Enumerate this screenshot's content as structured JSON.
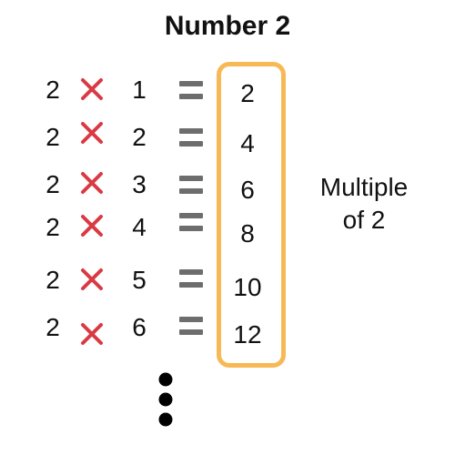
{
  "title": "Number 2",
  "rows": [
    {
      "a": "2",
      "b": "1",
      "result": "2"
    },
    {
      "a": "2",
      "b": "2",
      "result": "4"
    },
    {
      "a": "2",
      "b": "3",
      "result": "6"
    },
    {
      "a": "2",
      "b": "4",
      "result": "8"
    },
    {
      "a": "2",
      "b": "5",
      "result": "10"
    },
    {
      "a": "2",
      "b": "6",
      "result": "12"
    }
  ],
  "side_label": {
    "line1": "Multiple",
    "line2": "of 2"
  },
  "colors": {
    "times": "#d93a44",
    "equals": "#6d6d6d",
    "box": "#f7b955",
    "text": "#111111"
  },
  "icons": {
    "operator": "multiply-icon",
    "equals": "equals-icon",
    "continuation": "vertical-ellipsis-icon"
  }
}
